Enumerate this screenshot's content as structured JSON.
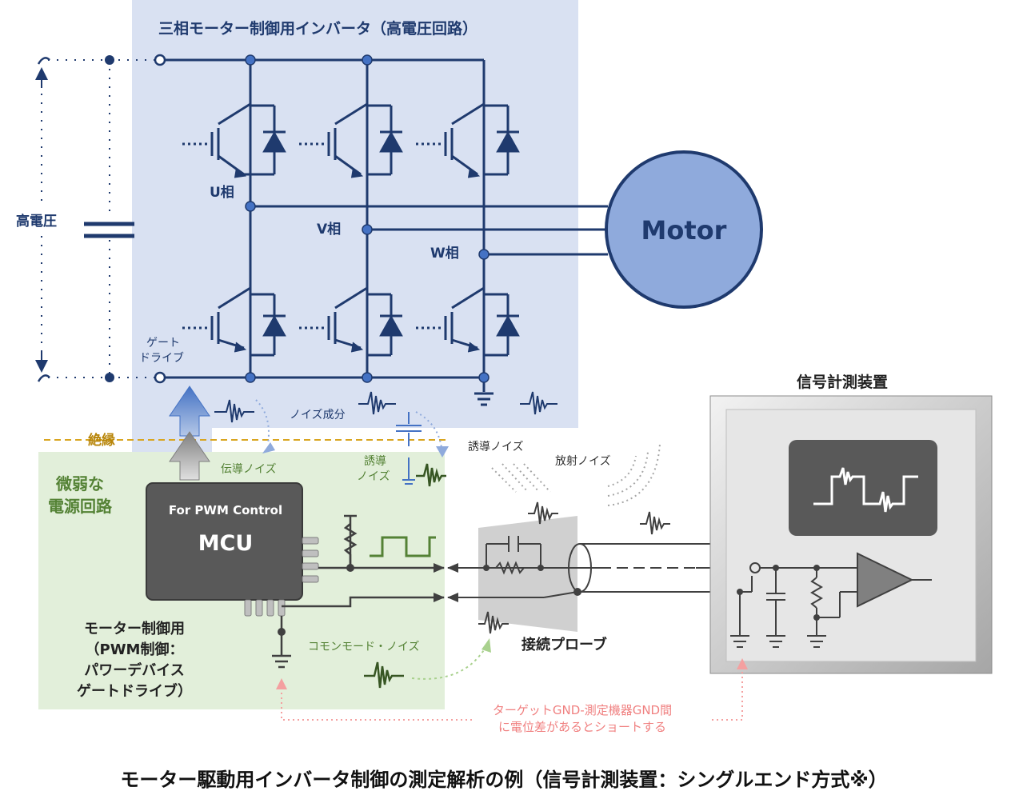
{
  "inverter": {
    "title": "三相モーター制御用インバータ（高電圧回路）",
    "phase_u": "U相",
    "phase_v": "V相",
    "phase_w": "W相",
    "gate_drive_l1": "ゲート",
    "gate_drive_l2": "ドライブ",
    "noise_component": "ノイズ成分"
  },
  "high_voltage_label": "高電圧",
  "motor_label": "Motor",
  "isolation_label": "絶縁",
  "low_power": {
    "title_l1": "微弱な",
    "title_l2": "電源回路",
    "conducted_noise": "伝導ノイズ",
    "induced_noise_l1": "誘導",
    "induced_noise_l2": "ノイズ",
    "common_mode_noise": "コモンモード・ノイズ"
  },
  "mcu": {
    "subtitle": "For PWM Control",
    "name": "MCU",
    "desc": [
      "モーター制御用",
      "（PWM制御：",
      "パワーデバイス",
      "ゲートドライブ）"
    ]
  },
  "probe": {
    "label": "接続プローブ",
    "induced_noise": "誘導ノイズ",
    "radiated_noise": "放射ノイズ"
  },
  "instrument": {
    "title": "信号計測装置"
  },
  "warning": {
    "line1": "ターゲットGND-測定機器GND間",
    "line2": "に電位差があるとショートする"
  },
  "caption": "モーター駆動用インバータ制御の測定解析の例（信号計測装置：シングルエンド方式※）",
  "colors": {
    "inverter_bg": "#d9e1f2",
    "low_power_bg": "#e2efda",
    "navy": "#1f3a6e",
    "green_text": "#548235",
    "isolation": "#d9a520",
    "warning": "#f4a0a0",
    "motor": "#8faadc"
  }
}
